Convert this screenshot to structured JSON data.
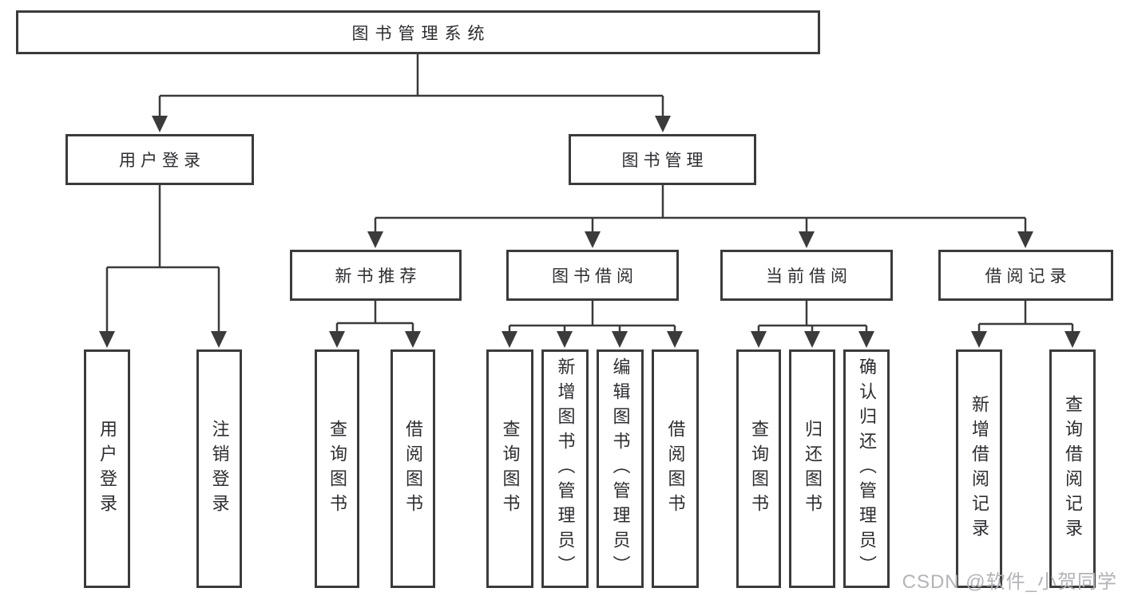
{
  "diagram": {
    "title": "图书管理系统",
    "watermark": "CSDN @软件_小贺同学",
    "colors": {
      "line": "#3b3b3b",
      "text": "#2d2d31",
      "background": "#ffffff",
      "watermark": "#b3b3b8"
    },
    "tree": {
      "root": "图书管理系统",
      "branches": [
        {
          "label": "用户登录",
          "children": [
            {
              "label": "用户登录"
            },
            {
              "label": "注销登录"
            }
          ]
        },
        {
          "label": "图书管理",
          "children": [
            {
              "label": "新书推荐",
              "children": [
                {
                  "label": "查询图书"
                },
                {
                  "label": "借阅图书"
                }
              ]
            },
            {
              "label": "图书借阅",
              "children": [
                {
                  "label": "查询图书"
                },
                {
                  "label": "新增图书（管理员）"
                },
                {
                  "label": "编辑图书（管理员）"
                },
                {
                  "label": "借阅图书"
                }
              ]
            },
            {
              "label": "当前借阅",
              "children": [
                {
                  "label": "查询图书"
                },
                {
                  "label": "归还图书"
                },
                {
                  "label": "确认归还（管理员）"
                }
              ]
            },
            {
              "label": "借阅记录",
              "children": [
                {
                  "label": "新增借阅记录"
                },
                {
                  "label": "查询借阅记录"
                }
              ]
            }
          ]
        }
      ]
    }
  }
}
